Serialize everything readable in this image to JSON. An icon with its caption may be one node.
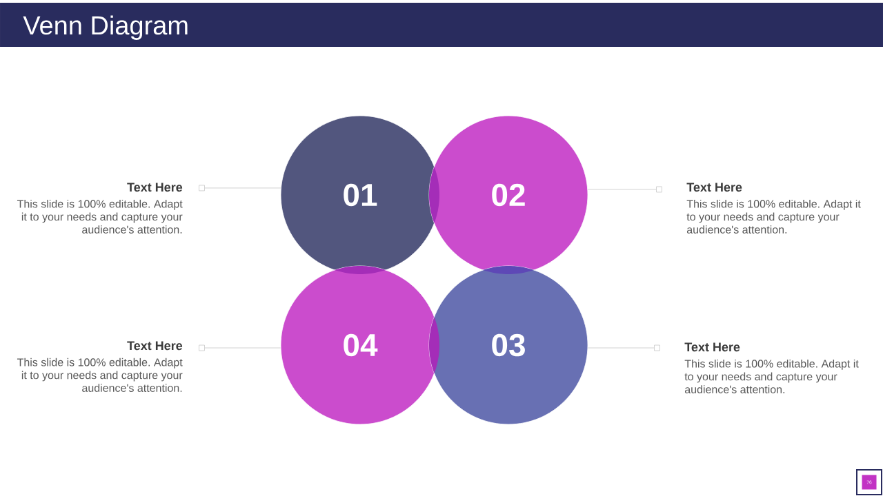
{
  "diagram": {
    "title": "Venn Diagram",
    "nodes": [
      {
        "text": [
          "Text Here",
          "This slide is 100% editable. Adapt it to your needs and capture your audience's attention."
        ]
      },
      {
        "text": [
          "01"
        ]
      },
      {
        "text": [
          "02"
        ]
      },
      {
        "text": [
          "Text Here",
          "This slide is 100% editable. Adapt it to your needs and capture your audience's attention."
        ]
      },
      {
        "text": [
          "Text Here",
          "This slide is 100% editable. Adapt it to your needs and capture your audience's attention."
        ]
      },
      {
        "text": [
          "04"
        ]
      },
      {
        "text": [
          "03"
        ]
      },
      {
        "text": [
          "Text Here",
          "This slide is 100% editable. Adapt it to your needs and capture your audience's attention."
        ]
      }
    ],
    "edges": [
      {
        "from": 0,
        "to": 1,
        "arrow": "other"
      },
      {
        "from": 3,
        "to": 2,
        "arrow": "other"
      },
      {
        "from": 4,
        "to": 5,
        "arrow": "other"
      },
      {
        "from": 7,
        "to": 6,
        "arrow": "other"
      }
    ],
    "labels": [
      "76"
    ]
  }
}
